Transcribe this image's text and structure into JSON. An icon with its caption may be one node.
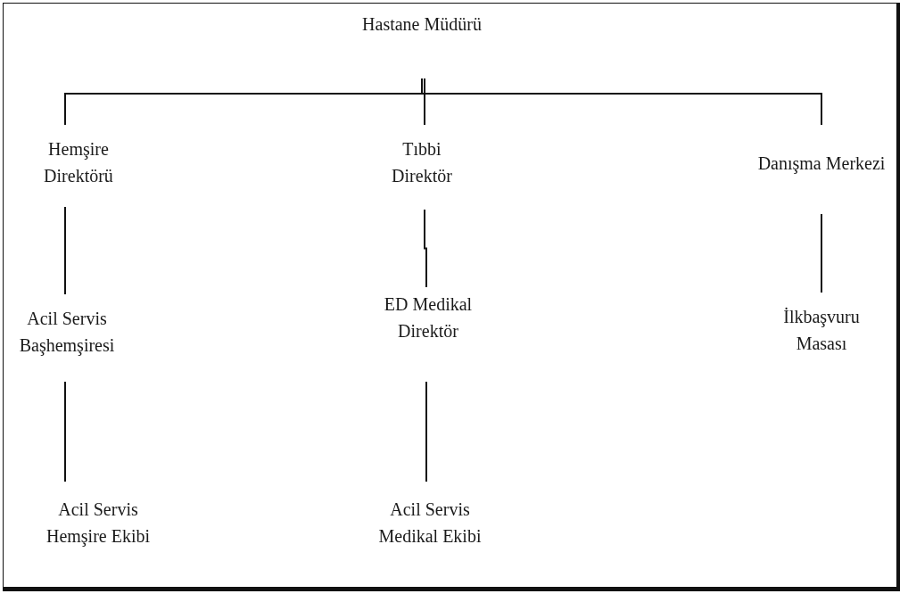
{
  "diagram": {
    "nodes": [
      {
        "text": [
          "Hastane Müdürü"
        ]
      },
      {
        "text": [
          "Hemşire Direktörü"
        ]
      },
      {
        "text": [
          "Tıbbi Direktör"
        ]
      },
      {
        "text": [
          "Danışma Merkezi"
        ]
      },
      {
        "text": [
          "Acil Servis Başhemşiresi"
        ]
      },
      {
        "text": [
          "ED Medikal Direktör"
        ]
      },
      {
        "text": [
          "İlkbaşvuru Masası"
        ]
      },
      {
        "text": [
          "Acil Servis Hemşire Ekibi"
        ]
      },
      {
        "text": [
          "Acil Servis Medikal Ekibi"
        ]
      }
    ],
    "edges": [
      {
        "from": 0,
        "to": 1,
        "arrow": "none"
      },
      {
        "from": 0,
        "to": 2,
        "arrow": "none"
      },
      {
        "from": 0,
        "to": 3,
        "arrow": "none"
      },
      {
        "from": 1,
        "to": 4,
        "arrow": "none"
      },
      {
        "from": 4,
        "to": 7,
        "arrow": "none"
      },
      {
        "from": 2,
        "to": 5,
        "arrow": "none"
      },
      {
        "from": 5,
        "to": 8,
        "arrow": "none"
      },
      {
        "from": 3,
        "to": 6,
        "arrow": "none"
      }
    ]
  }
}
